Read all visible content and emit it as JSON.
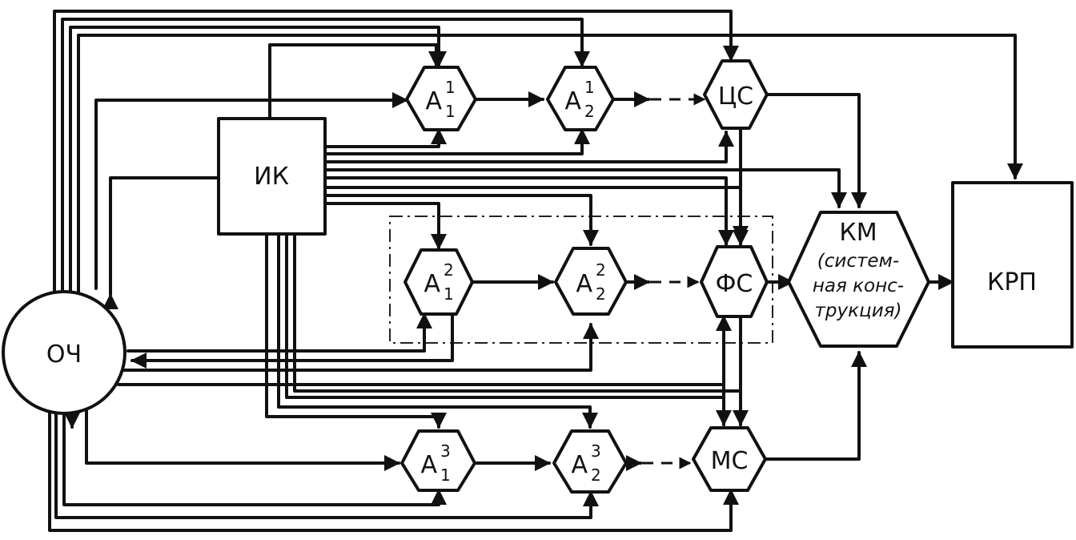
{
  "blocks": {
    "ik": "ИК",
    "ou": "ОЧ",
    "krp": "КРП",
    "cs": "ЦС",
    "fs": "ФС",
    "ms": "МС",
    "km": {
      "title": "КМ",
      "line1": "(систем-",
      "line2": "ная конс-",
      "line3": "трукция)"
    }
  },
  "hexes": {
    "a11": {
      "base": "A",
      "sup": "1",
      "sub": "1"
    },
    "a12": {
      "base": "A",
      "sup": "1",
      "sub": "2"
    },
    "a21": {
      "base": "A",
      "sup": "2",
      "sub": "1"
    },
    "a22": {
      "base": "A",
      "sup": "2",
      "sub": "2"
    },
    "a31": {
      "base": "A",
      "sup": "3",
      "sub": "1"
    },
    "a32": {
      "base": "A",
      "sup": "3",
      "sub": "2"
    }
  }
}
